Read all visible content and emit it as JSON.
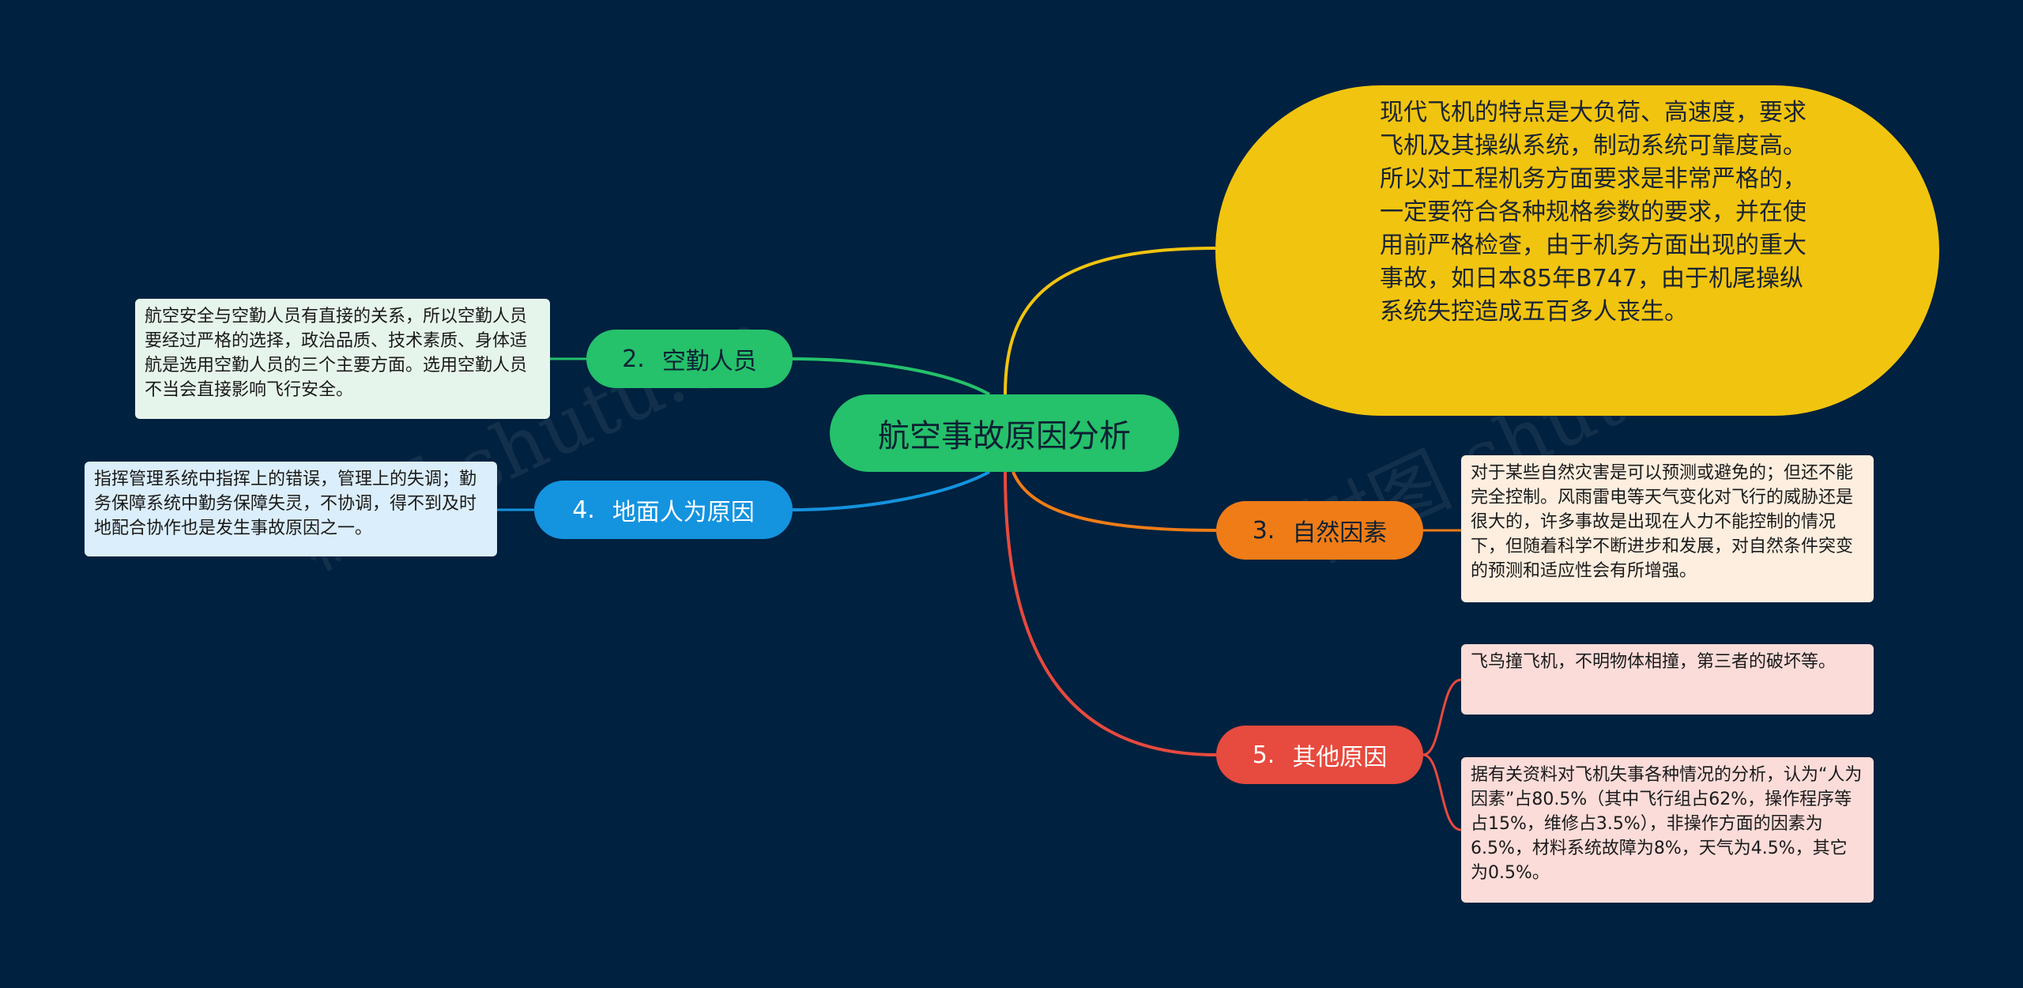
{
  "watermark": "树图 shutu.cn",
  "root": {
    "label": "航空事故原因分析"
  },
  "branches": {
    "crew": {
      "num": "2.",
      "label": "空勤人员"
    },
    "ground": {
      "num": "4.",
      "label": "地面人为原因"
    },
    "nature": {
      "num": "3.",
      "label": "自然因素"
    },
    "other": {
      "num": "5.",
      "label": "其他原因"
    }
  },
  "bubble": {
    "text": "现代飞机的特点是大负荷、高速度，要求飞机及其操纵系统，制动系统可靠度高。所以对工程机务方面要求是非常严格的，一定要符合各种规格参数的要求，并在使用前严格检查，由于机务方面出现的重大事故，如日本85年B747，由于机尾操纵系统失控造成五百多人丧生。"
  },
  "notes": {
    "crew": "航空安全与空勤人员有直接的关系，所以空勤人员要经过严格的选择，政治品质、技术素质、身体适航是选用空勤人员的三个主要方面。选用空勤人员不当会直接影响飞行安全。",
    "ground": "指挥管理系统中指挥上的错误，管理上的失调；勤务保障系统中勤务保障失灵，不协调，得不到及时地配合协作也是发生事故原因之一。",
    "nature": "对于某些自然灾害是可以预测或避免的；但还不能完全控制。风雨雷电等天气变化对飞行的威胁还是很大的，许多事故是出现在人力不能控制的情况下，但随着科学不断进步和发展，对自然条件突变的预测和适应性会有所增强。",
    "other1": "飞鸟撞飞机，不明物体相撞，第三者的破坏等。",
    "other2": "据有关资料对飞机失事各种情况的分析，认为“人为因素”占80.5%（其中飞行组占62%，操作程序等占15%，维修占3.5%），非操作方面的因素为6.5%，材料系统故障为8%，天气为4.5%，其它为0.5%。"
  },
  "colors": {
    "background": "#00213f",
    "green": "#25c16b",
    "blue": "#1493df",
    "orange": "#ef7c17",
    "red": "#e74a3e",
    "yellow": "#f1c40f"
  }
}
